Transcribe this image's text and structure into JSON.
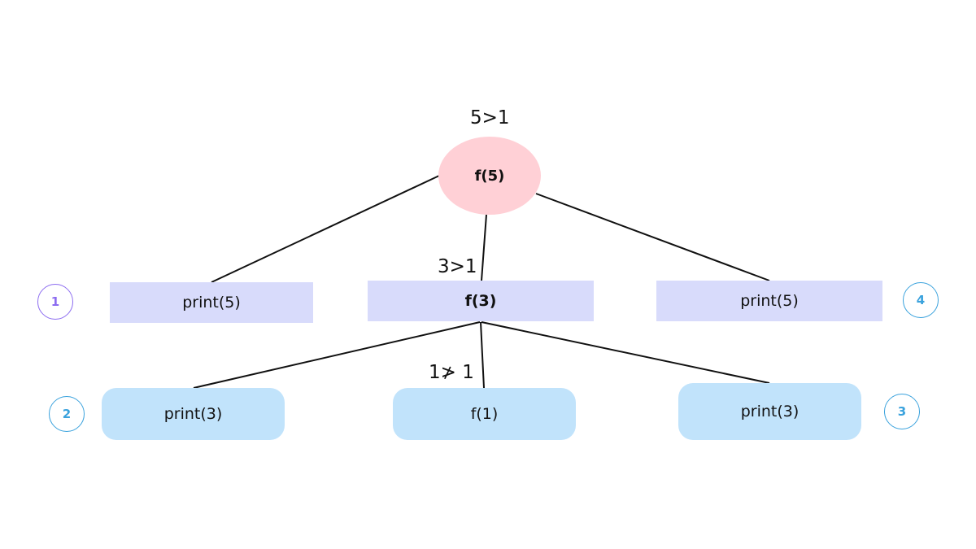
{
  "colors": {
    "root_fill": "#ffd0d6",
    "level1_fill": "#d8dbfb",
    "level2_fill": "#c1e3fb",
    "edge_color": "#111111",
    "badge_purple": "#8c6cf0",
    "badge_blue": "#3aa2dd"
  },
  "nodes": {
    "root": {
      "label": "f(5)"
    },
    "level1": [
      {
        "label": "print(5)"
      },
      {
        "label": "f(3)"
      },
      {
        "label": "print(5)"
      }
    ],
    "level2": [
      {
        "label": "print(3)"
      },
      {
        "label": "f(1)"
      },
      {
        "label": "print(3)"
      }
    ]
  },
  "conditions": {
    "root": "5>1",
    "level1": "3>1",
    "level2": "1≯ 1"
  },
  "order_badges": [
    {
      "label": "1",
      "color": "#8c6cf0"
    },
    {
      "label": "2",
      "color": "#3aa2dd"
    },
    {
      "label": "3",
      "color": "#3aa2dd"
    },
    {
      "label": "4",
      "color": "#3aa2dd"
    }
  ]
}
